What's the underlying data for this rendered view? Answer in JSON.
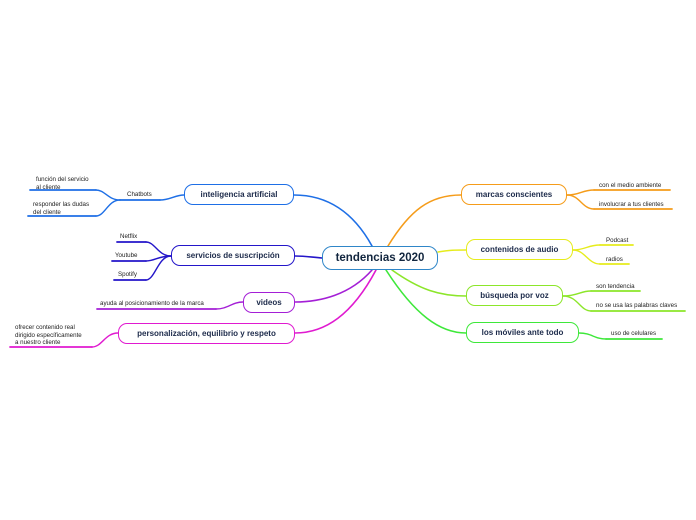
{
  "central": {
    "label": "tendencias 2020"
  },
  "branches": {
    "inteligencia_artificial": {
      "label": "inteligencia artificial",
      "color": "#1e6fe6",
      "chatbots": {
        "label": "Chatbots",
        "children": [
          "función del servicio\nal cliente",
          "responder las dudas\ndel cliente"
        ]
      }
    },
    "servicios_suscripcion": {
      "label": "servicios de suscripción",
      "color": "#2416c9",
      "children": [
        "Netflix",
        "Youtube",
        "Spotify"
      ]
    },
    "videos": {
      "label": "videos",
      "color": "#a41fd6",
      "children": [
        "ayuda al posicionamiento de la marca"
      ]
    },
    "personalizacion": {
      "label": "personalización, equilibrio y respeto",
      "color": "#e01ad0",
      "children": [
        "ofrecer contenido real\ndirigido específicamente\na nuestro cliente"
      ]
    },
    "marcas_conscientes": {
      "label": "marcas conscientes",
      "color": "#f59c1a",
      "children": [
        "con el medio ambiente",
        "involucrar a tus clientes"
      ]
    },
    "contenidos_audio": {
      "label": "contenidos de audio",
      "color": "#e6ec1c",
      "children": [
        "Podcast",
        "radios"
      ]
    },
    "busqueda_voz": {
      "label": "búsqueda por voz",
      "color": "#8ce62a",
      "children": [
        "son tendencia",
        "no se usa las palabras claves"
      ]
    },
    "moviles": {
      "label": "los móviles ante todo",
      "color": "#3ee83a",
      "children": [
        "uso de celulares"
      ]
    }
  },
  "colors": {
    "central_border": "#2f86c8"
  }
}
